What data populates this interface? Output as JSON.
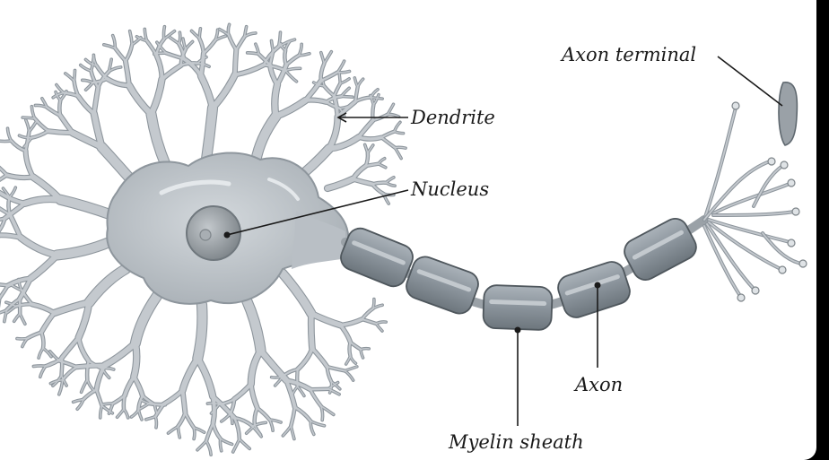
{
  "labels": {
    "dendrite": "Dendrite",
    "nucleus": "Nucleus",
    "axon_terminal": "Axon terminal",
    "axon": "Axon",
    "myelin_sheath": "Myelin sheath"
  },
  "colors": {
    "background": "#000000",
    "panel": "#ffffff",
    "cell_body": "#b9bfc5",
    "membrane_outline": "#8e969d",
    "myelin": "#8d969e",
    "myelin_dark": "#5f686f",
    "nucleus": "#9aa0a5",
    "text": "#1a1a1a"
  }
}
